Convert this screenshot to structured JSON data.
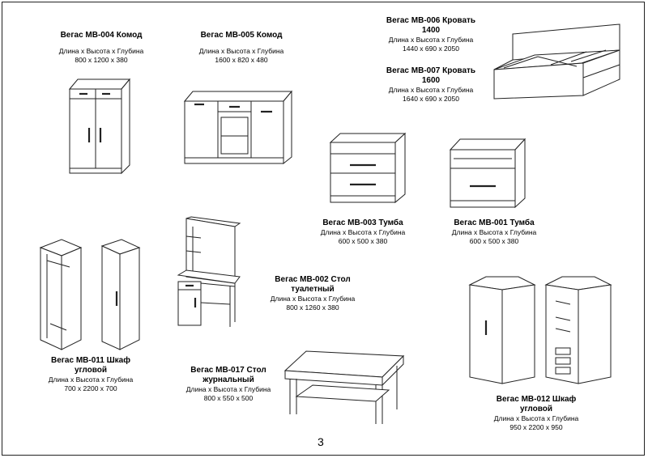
{
  "page_number": "3",
  "dims_caption": "Длина х Высота х Глубина",
  "items": [
    {
      "id": "mb004",
      "title": "Вегас МВ-004 Комод",
      "size": "800 х 1200 х 380"
    },
    {
      "id": "mb005",
      "title": "Вегас МВ-005 Комод",
      "size": "1600 х 820 х 480"
    },
    {
      "id": "mb006",
      "title_line1": "Вегас МВ-006 Кровать",
      "title_line2": "1400",
      "size": "1440 х 690 х 2050"
    },
    {
      "id": "mb007",
      "title_line1": "Вегас МВ-007 Кровать",
      "title_line2": "1600",
      "size": "1640 х 690 х 2050"
    },
    {
      "id": "mb003",
      "title": "Вегас МВ-003 Тумба",
      "size": "600 х 500 х 380"
    },
    {
      "id": "mb001",
      "title": "Вегас МВ-001 Тумба",
      "size": "600 х 500 х 380"
    },
    {
      "id": "mb002",
      "title_line1": "Вегас МВ-002 Стол",
      "title_line2": "туалетный",
      "size": "800 х 1260 х 380"
    },
    {
      "id": "mb011",
      "title_line1": "Вегас МВ-011 Шкаф",
      "title_line2": "угловой",
      "size": "700 х 2200 х 700"
    },
    {
      "id": "mb017",
      "title_line1": "Вегас МВ-017 Стол",
      "title_line2": "журнальный",
      "size": "800 х 550 х 500"
    },
    {
      "id": "mb012",
      "title_line1": "Вегас МВ-012 Шкаф",
      "title_line2": "угловой",
      "size": "950 х 2200 х 950"
    }
  ]
}
